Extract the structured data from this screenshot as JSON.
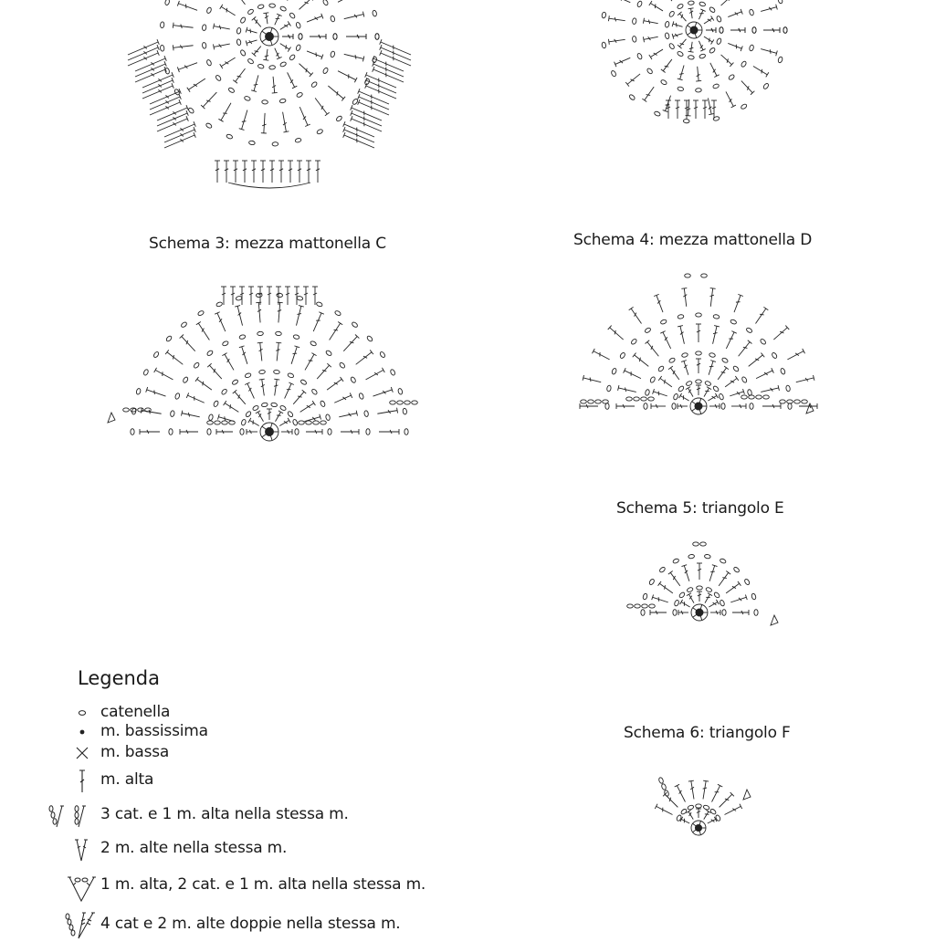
{
  "schemes": [
    {
      "id": "s1",
      "caption": ""
    },
    {
      "id": "s2",
      "caption": ""
    },
    {
      "id": "s3",
      "caption": "Schema 3: mezza mattonella C"
    },
    {
      "id": "s4",
      "caption": "Schema 4: mezza mattonella D"
    },
    {
      "id": "s5",
      "caption": "Schema 5: triangolo E"
    },
    {
      "id": "s6",
      "caption": "Schema 6: triangolo F"
    }
  ],
  "legend": {
    "title": "Legenda",
    "items": [
      {
        "symbol": "chain-icon",
        "label": "catenella"
      },
      {
        "symbol": "slip-stitch-icon",
        "label": "m. bassissima"
      },
      {
        "symbol": "single-crochet-icon",
        "label": "m. bassa"
      },
      {
        "symbol": "double-crochet-icon",
        "label": "m. alta"
      },
      {
        "symbol": "chain3-double-crochet-icon",
        "label": "3 cat. e 1 m. alta nella stessa m."
      },
      {
        "symbol": "double-crochet-increase-icon",
        "label": "2 m. alte nella stessa m."
      },
      {
        "symbol": "v-stitch-icon",
        "label": "1 m. alta, 2 cat. e 1 m. alta nella stessa m."
      },
      {
        "symbol": "treble-crochet-group-icon",
        "label": "4 cat e 2 m. alte doppie nella stessa m."
      }
    ]
  }
}
